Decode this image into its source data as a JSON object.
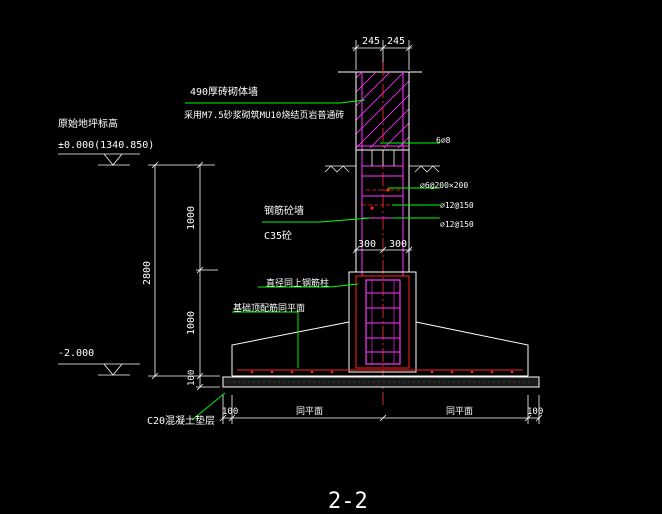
{
  "dimensions": {
    "top_left": "245",
    "top_right": "245",
    "mid_left": "300",
    "mid_right": "300",
    "v_upper": "1000",
    "v_total": "2800",
    "v_lower": "1000",
    "v_bottom": "100",
    "bottom_left_offset": "100",
    "bottom_right_offset": "100",
    "bottom_left_span": "同平面",
    "bottom_right_span": "同平面"
  },
  "annotations": {
    "wall_title": "490厚砖砌体墙",
    "wall_spec": "采用M7.5砂浆砌筑MU10烧结页岩普通砖",
    "ground_label": "原始地坪标高",
    "ground_elevation": "±0.000(1340.850)",
    "bottom_elevation": "-2.000",
    "rebar_top": "6⌀8",
    "rebar_stirrup": "⌀6@200×200",
    "rebar_h1": "⌀12@150",
    "rebar_h2": "⌀12@150",
    "wall_mid_title": "钢筋砼墙",
    "wall_mid_spec": "C35砼",
    "column_label": "直径同上钢筋柱",
    "footing_label": "基础顶配筋同平面",
    "cushion_label": "C20混凝土垫层"
  },
  "section_title": "2-2",
  "colors": {
    "background": "#000000",
    "lines": "#ffffff",
    "rebar": "#ff33ff",
    "leader": "#00ff00",
    "red": "#ff2222",
    "axis": "#ff3333"
  }
}
